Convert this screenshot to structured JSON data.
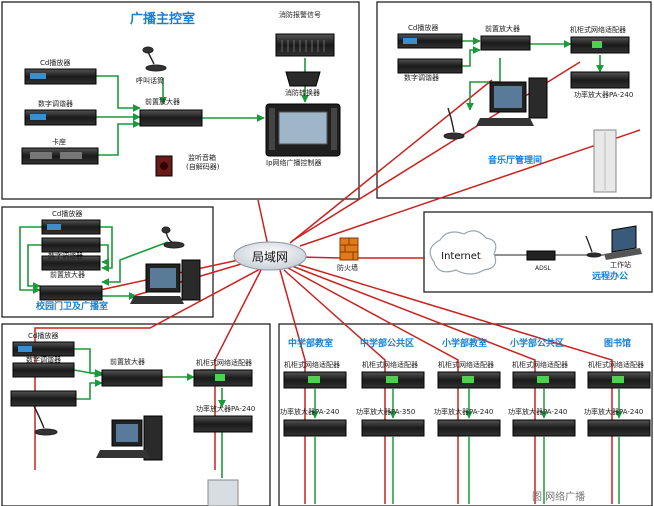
{
  "rooms": {
    "main_control": "广播主控室",
    "music_hall": "音乐厅管理间",
    "campus_gate": "校园门卫及广播室",
    "remote_office": "远程办公",
    "middle_school_class": "中学部教室",
    "middle_school_public": "中学部公共区",
    "primary_class": "小学部教室",
    "primary_public": "小学部公共区",
    "library": "图书馆"
  },
  "devices": {
    "cd_player": "Cd播放器",
    "digital_tuner": "数字调谐器",
    "cassette": "卡座",
    "paging_mic": "呼叫话筒",
    "preamp": "前置放大器",
    "fire_alarm_signal": "消防报警信号",
    "fire_switcher": "消防转换器",
    "ip_controller": "Ip网络广播控制器",
    "monitor_speaker_line1": "监听音箱",
    "monitor_speaker_line2": "(自解码器)",
    "rack_adapter": "机柜式网络适配器",
    "power_amp_240": "功率放大器PA-240",
    "power_amp_350": "功率放大器PA-350",
    "lan": "局域网",
    "firewall": "防火墙",
    "internet": "Internet",
    "adsl": "ADSL",
    "workstation": "工作站"
  },
  "watermark": "图 网络广播"
}
